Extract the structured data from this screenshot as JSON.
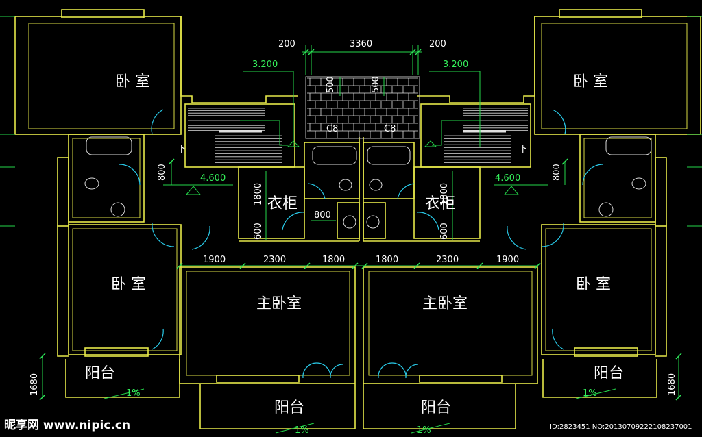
{
  "rooms": {
    "bedroom": "卧 室",
    "master": "主卧室",
    "closet": "衣柜",
    "balcony": "阳台",
    "down": "下"
  },
  "levels": {
    "stair_landing": "3.200",
    "floor": "4.600"
  },
  "dims": {
    "d200": "200",
    "d3360": "3360",
    "d500": "500",
    "d800": "800",
    "d1800": "1800",
    "d600": "600",
    "d1900": "1900",
    "d2300": "2300",
    "d1680": "1680"
  },
  "labels": {
    "c8": "C8",
    "slope": "1%"
  },
  "watermark": {
    "brand": "昵享网 www.nipic.cn",
    "id": "ID:2823451 NO:20130709222108237001"
  },
  "colors": {
    "background": "#000000",
    "wall": "#e6e84a",
    "dimension": "#24d64a",
    "door": "#29c8e6"
  }
}
